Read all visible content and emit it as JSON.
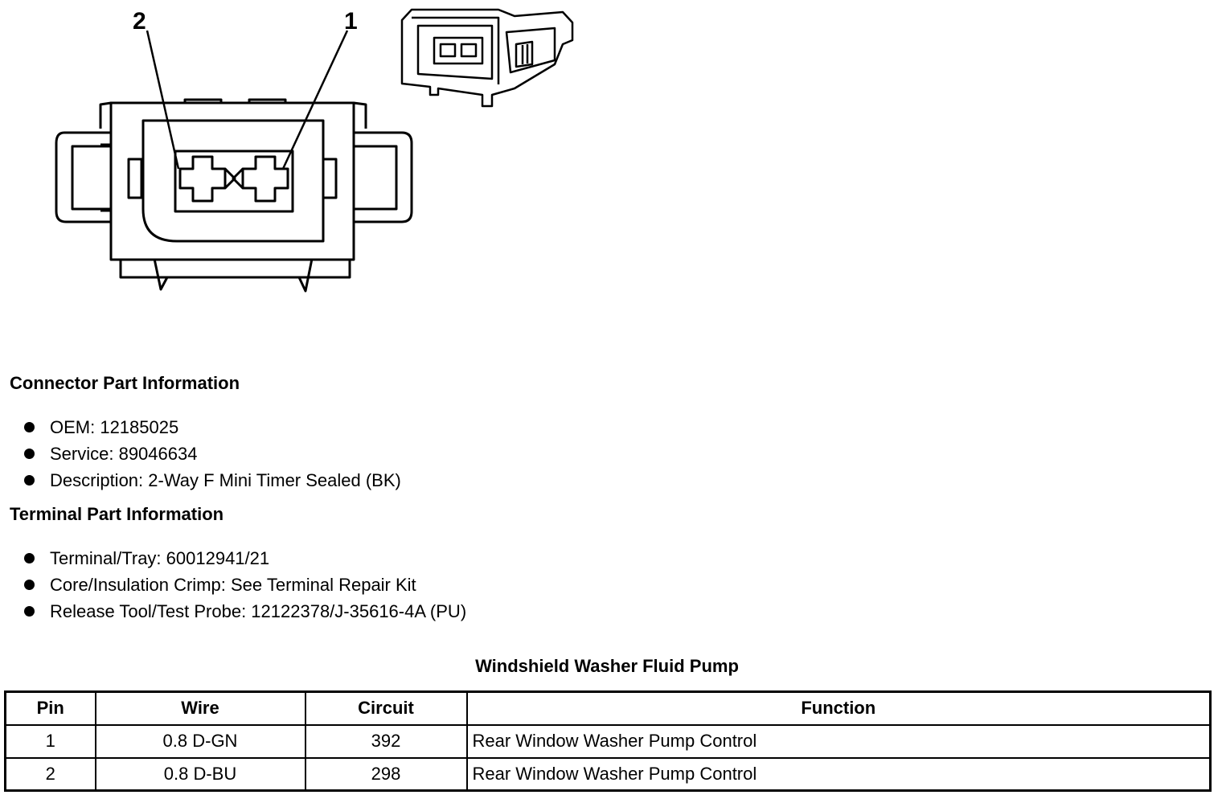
{
  "diagram": {
    "pin_callouts": [
      "2",
      "1"
    ]
  },
  "connector_info": {
    "heading": "Connector Part Information",
    "items": [
      "OEM: 12185025",
      "Service: 89046634",
      "Description: 2-Way F Mini Timer Sealed (BK)"
    ]
  },
  "terminal_info": {
    "heading": "Terminal Part Information",
    "items": [
      "Terminal/Tray: 60012941/21",
      "Core/Insulation Crimp: See Terminal Repair Kit",
      "Release Tool/Test Probe: 12122378/J-35616-4A (PU)"
    ]
  },
  "table": {
    "title": "Windshield Washer Fluid Pump",
    "headers": [
      "Pin",
      "Wire",
      "Circuit",
      "Function"
    ],
    "rows": [
      [
        "1",
        "0.8 D-GN",
        "392",
        "Rear Window Washer Pump Control"
      ],
      [
        "2",
        "0.8 D-BU",
        "298",
        "Rear Window Washer Pump Control"
      ]
    ]
  }
}
